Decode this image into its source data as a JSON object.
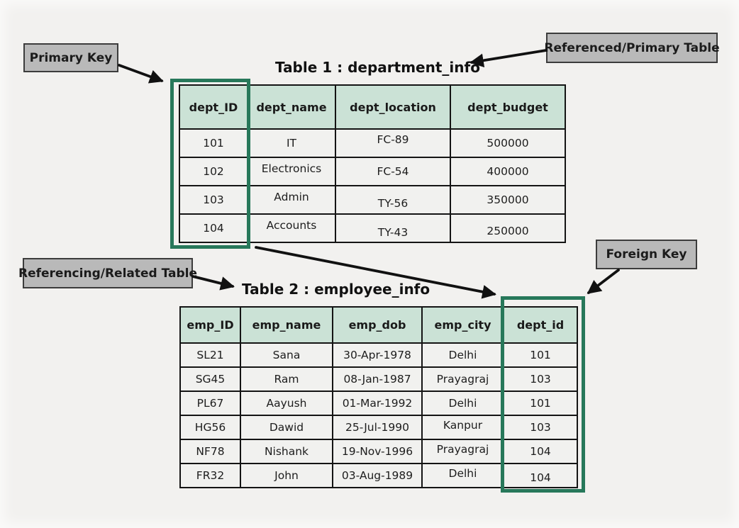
{
  "diagram": {
    "labels": {
      "primary_key": "Primary Key",
      "referenced_table": "Referenced/Primary Table",
      "referencing_table": "Referencing/Related Table",
      "foreign_key": "Foreign Key"
    },
    "table1": {
      "title": "Table 1 : department_info",
      "columns": [
        "dept_ID",
        "dept_name",
        "dept_location",
        "dept_budget"
      ],
      "rows": [
        [
          "101",
          "IT",
          "FC-89",
          "500000"
        ],
        [
          "102",
          "Electronics",
          "FC-54",
          "400000"
        ],
        [
          "103",
          "Admin",
          "TY-56",
          "350000"
        ],
        [
          "104",
          "Accounts",
          "TY-43",
          "250000"
        ]
      ],
      "highlighted_column": "dept_ID",
      "highlight_role": "Primary Key"
    },
    "table2": {
      "title": "Table 2 : employee_info",
      "columns": [
        "emp_ID",
        "emp_name",
        "emp_dob",
        "emp_city",
        "dept_id"
      ],
      "rows": [
        [
          "SL21",
          "Sana",
          "30-Apr-1978",
          "Delhi",
          "101"
        ],
        [
          "SG45",
          "Ram",
          "08-Jan-1987",
          "Prayagraj",
          "103"
        ],
        [
          "PL67",
          "Aayush",
          "01-Mar-1992",
          "Delhi",
          "101"
        ],
        [
          "HG56",
          "Dawid",
          "25-Jul-1990",
          "Kanpur",
          "103"
        ],
        [
          "NF78",
          "Nishank",
          "19-Nov-1996",
          "Prayagraj",
          "104"
        ],
        [
          "FR32",
          "John",
          "03-Aug-1989",
          "Delhi",
          "104"
        ]
      ],
      "highlighted_column": "dept_id",
      "highlight_role": "Foreign Key"
    },
    "colors": {
      "background": "#f2f1ef",
      "header_fill": "#cbe2d6",
      "cell_fill": "#f1f1ef",
      "table_border": "#141414",
      "highlight_border": "#27785a",
      "label_fill": "#b9b9b9",
      "label_border": "#3c3c3c",
      "arrow": "#111111"
    }
  }
}
